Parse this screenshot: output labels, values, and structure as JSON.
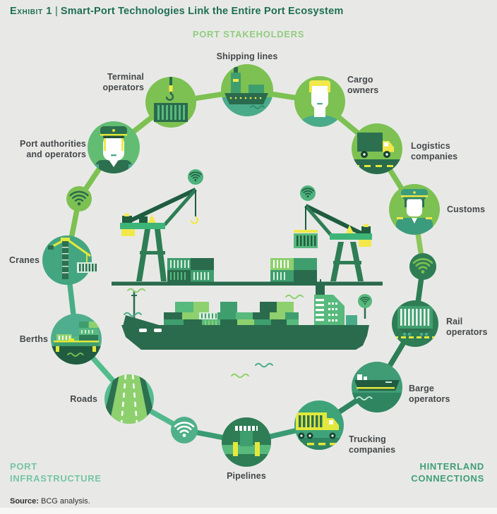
{
  "header": {
    "exhibit_label": "Exhibit 1",
    "separator": "|",
    "title": "Smart-Port Technologies Link the Entire Port Ecosystem"
  },
  "regions": {
    "top": "PORT STAKEHOLDERS",
    "bottom_left": "PORT\nINFRASTRUCTURE",
    "bottom_right": "HINTERLAND\nCONNECTIONS"
  },
  "nodes": {
    "shipping": {
      "label": "Shipping lines",
      "icon": "cargo-ship-icon"
    },
    "cargo": {
      "label": "Cargo\nowners",
      "icon": "person-icon"
    },
    "logistics": {
      "label": "Logistics\ncompanies",
      "icon": "box-truck-icon"
    },
    "customs": {
      "label": "Customs",
      "icon": "customs-officer-icon"
    },
    "wifi_right": {
      "icon": "wifi-icon"
    },
    "rail": {
      "label": "Rail\noperators",
      "icon": "rail-wagon-icon"
    },
    "barge": {
      "label": "Barge\noperators",
      "icon": "barge-icon"
    },
    "trucking": {
      "label": "Trucking\ncompanies",
      "icon": "container-truck-icon"
    },
    "pipelines": {
      "label": "Pipelines",
      "icon": "pipeline-valve-icon"
    },
    "wifi_bottom": {
      "icon": "wifi-icon"
    },
    "roads": {
      "label": "Roads",
      "icon": "road-icon"
    },
    "berths": {
      "label": "Berths",
      "icon": "berth-dock-icon"
    },
    "cranes": {
      "label": "Cranes",
      "icon": "tower-crane-icon"
    },
    "wifi_left": {
      "icon": "wifi-icon"
    },
    "port_authorities": {
      "label": "Port authorities\nand operators",
      "icon": "port-officer-icon"
    },
    "terminal": {
      "label": "Terminal\noperators",
      "icon": "container-hook-icon"
    }
  },
  "center_scene": {
    "icons": [
      "wifi-icon",
      "quay-crane-icon",
      "container-stack-icon",
      "container-ship-icon"
    ]
  },
  "source": {
    "label": "Source:",
    "text": "BCG analysis."
  },
  "colors": {
    "background": "#e8e9e7",
    "title_green": "#1e6e54",
    "label_gray": "#45484a",
    "light_green": "#7dc152",
    "mid_green": "#57b97c",
    "teal": "#4aab8b",
    "sea_green": "#3f9c74",
    "dark_green": "#2e7d54",
    "deep_green": "#2a6b4d",
    "yellow": "#f2e84b",
    "stakeholders_green": "#93cc80",
    "infrastructure_teal": "#76c5a5",
    "hinterland_green": "#3f9e77"
  }
}
